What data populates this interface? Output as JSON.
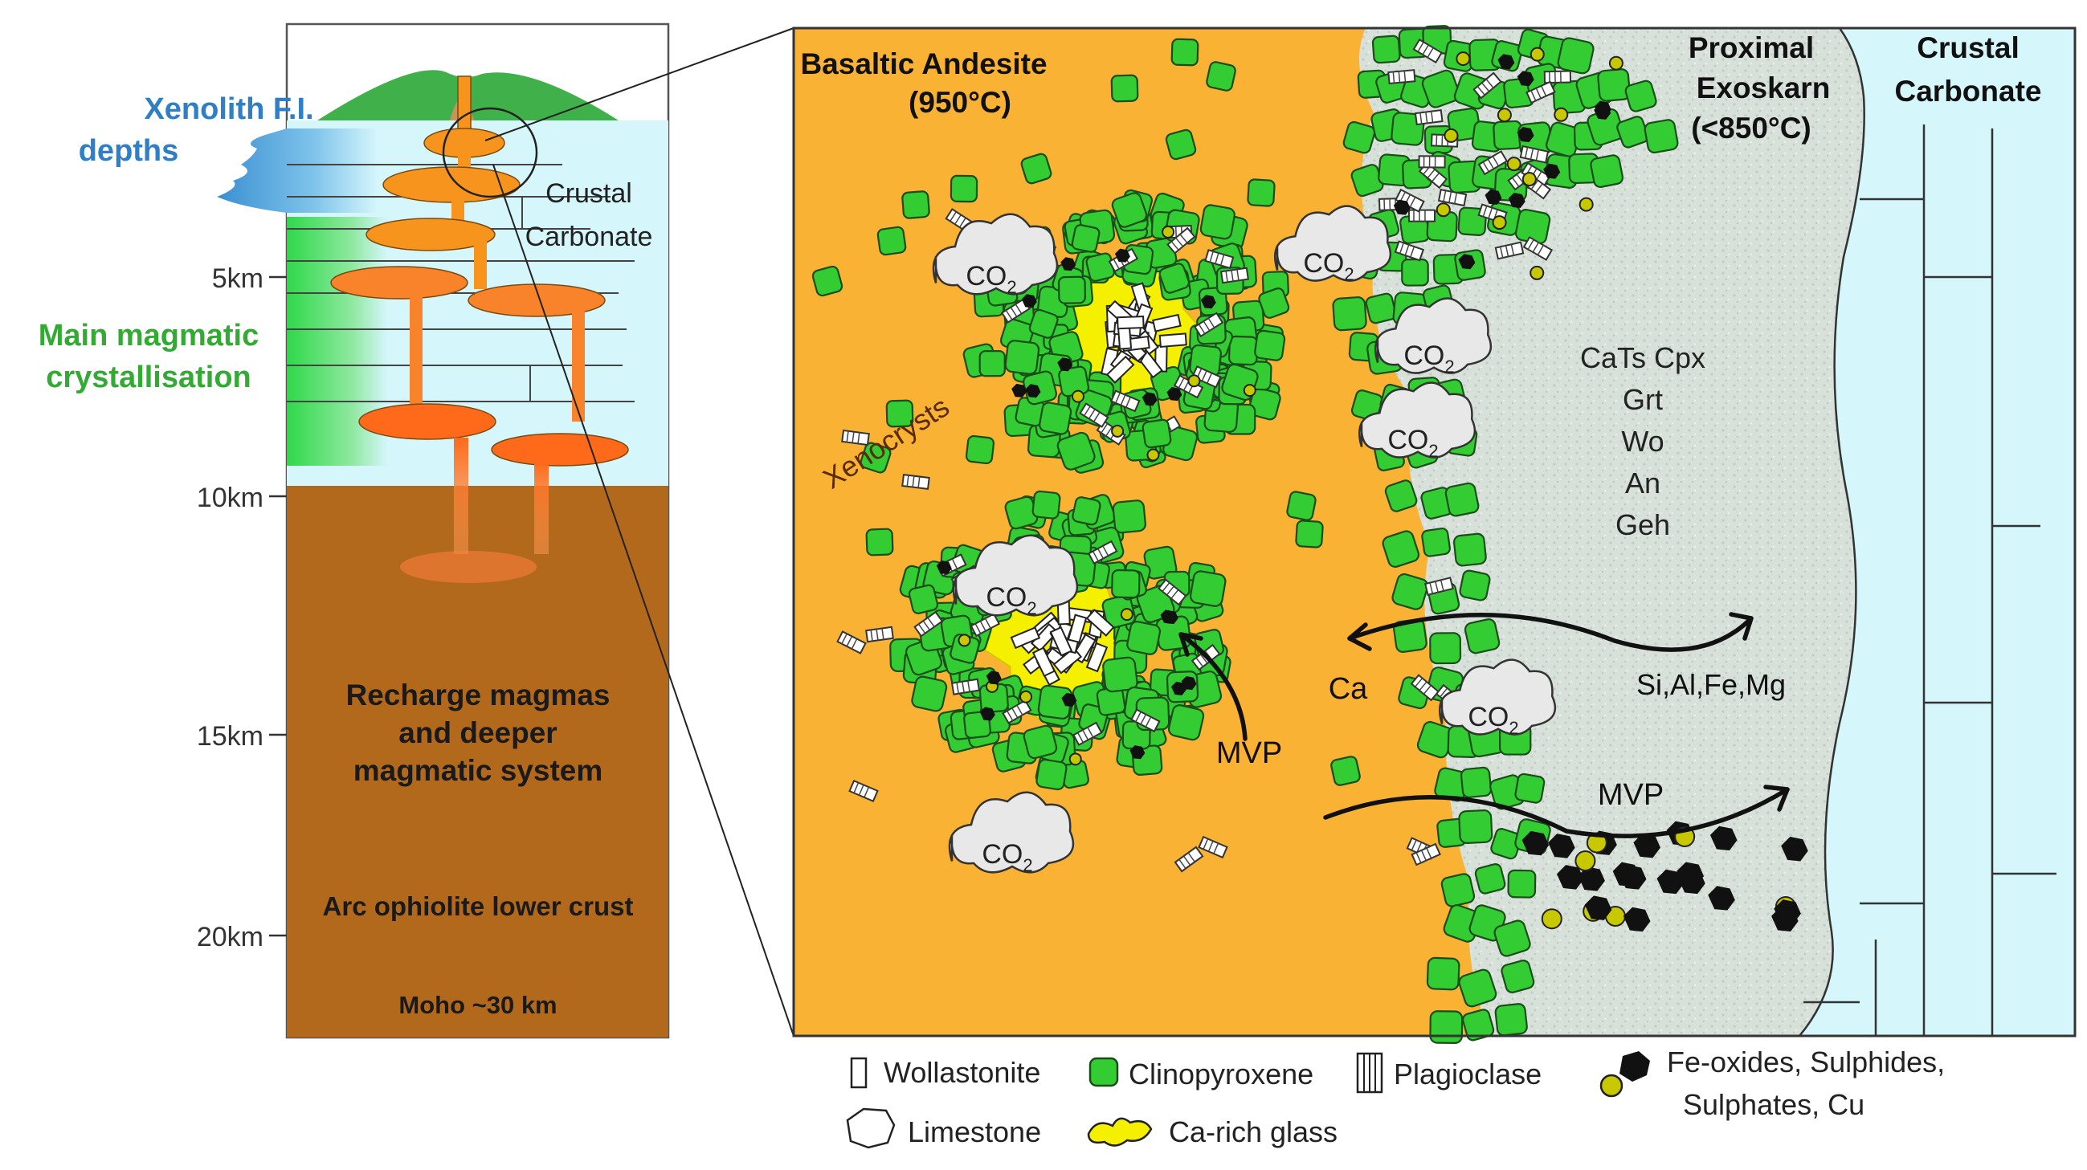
{
  "left_column": {
    "xenolith_label_1": "Xenolith F.I.",
    "xenolith_label_2": "depths",
    "crystallisation_label_1": "Main magmatic",
    "crystallisation_label_2": "crystallisation",
    "crustal_label_1": "Crustal",
    "crustal_label_2": "Carbonate",
    "depth_ticks": [
      "5km",
      "10km",
      "15km",
      "20km"
    ],
    "recharge_1": "Recharge magmas",
    "recharge_2": "and deeper",
    "recharge_3": "magmatic system",
    "ophiolite": "Arc ophiolite lower crust",
    "moho": "Moho ~30 km"
  },
  "right_panel": {
    "andesite_1": "Basaltic Andesite",
    "andesite_2": "(950°C)",
    "exoskarn_1": "Proximal",
    "exoskarn_2": "Exoskarn",
    "exoskarn_3": "(<850°C)",
    "carbonate_1": "Crustal",
    "carbonate_2": "Carbonate",
    "xenocrysts": "Xenocrysts",
    "co2_base": "CO",
    "co2_sub": "2",
    "minerals": [
      "CaTs Cpx",
      "Grt",
      "Wo",
      "An",
      "Geh"
    ],
    "ca": "Ca",
    "mvp": "MVP",
    "elements": "Si,Al,Fe,Mg"
  },
  "legend": {
    "wollastonite": "Wollastonite",
    "clinopyroxene": "Clinopyroxene",
    "plagioclase": "Plagioclase",
    "fe_oxides_1": "Fe-oxides, Sulphides,",
    "fe_oxides_2": "Sulphates, Cu",
    "limestone": "Limestone",
    "ca_glass": "Ca-rich glass"
  },
  "colors": {
    "orange": "#f9b233",
    "brown": "#b3691c",
    "light_blue": "#d5f6fb",
    "green_crystal": "#33cc33",
    "yellow_glass": "#f5f000",
    "skarn": "#d9e2dc",
    "xenolith_blue": "#3a8fd1",
    "green_label": "#33aa33"
  }
}
